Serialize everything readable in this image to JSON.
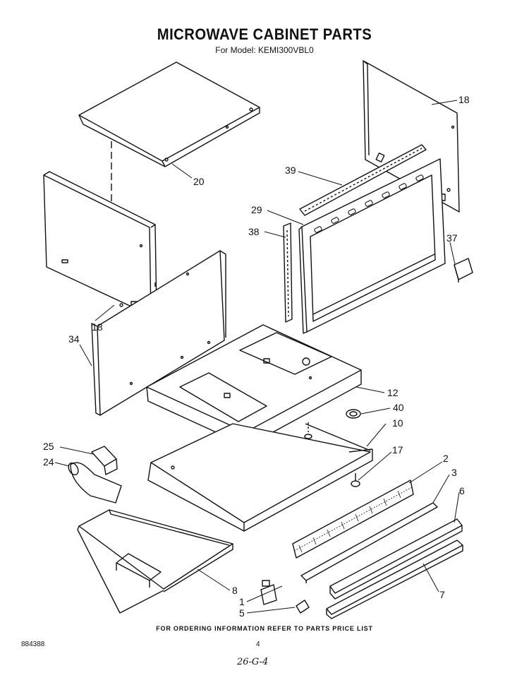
{
  "header": {
    "title": "MICROWAVE CABINET PARTS",
    "model": "For Model: KEMI300VBL0"
  },
  "callouts": {
    "c18_top": "18",
    "c20": "20",
    "c39": "39",
    "c29": "29",
    "c38": "38",
    "c37": "37",
    "c18_left": "18",
    "c34": "34",
    "c12": "12",
    "c40": "40",
    "c10": "10",
    "c25": "25",
    "c24": "24",
    "c17": "17",
    "c2": "2",
    "c3": "3",
    "c6": "6",
    "c8": "8",
    "c1": "1",
    "c5": "5",
    "c7": "7"
  },
  "footer": {
    "note": "FOR ORDERING INFORMATION REFER TO PARTS PRICE LIST",
    "doc_number": "884388",
    "page_number": "4",
    "handwritten": "26-G-4"
  }
}
